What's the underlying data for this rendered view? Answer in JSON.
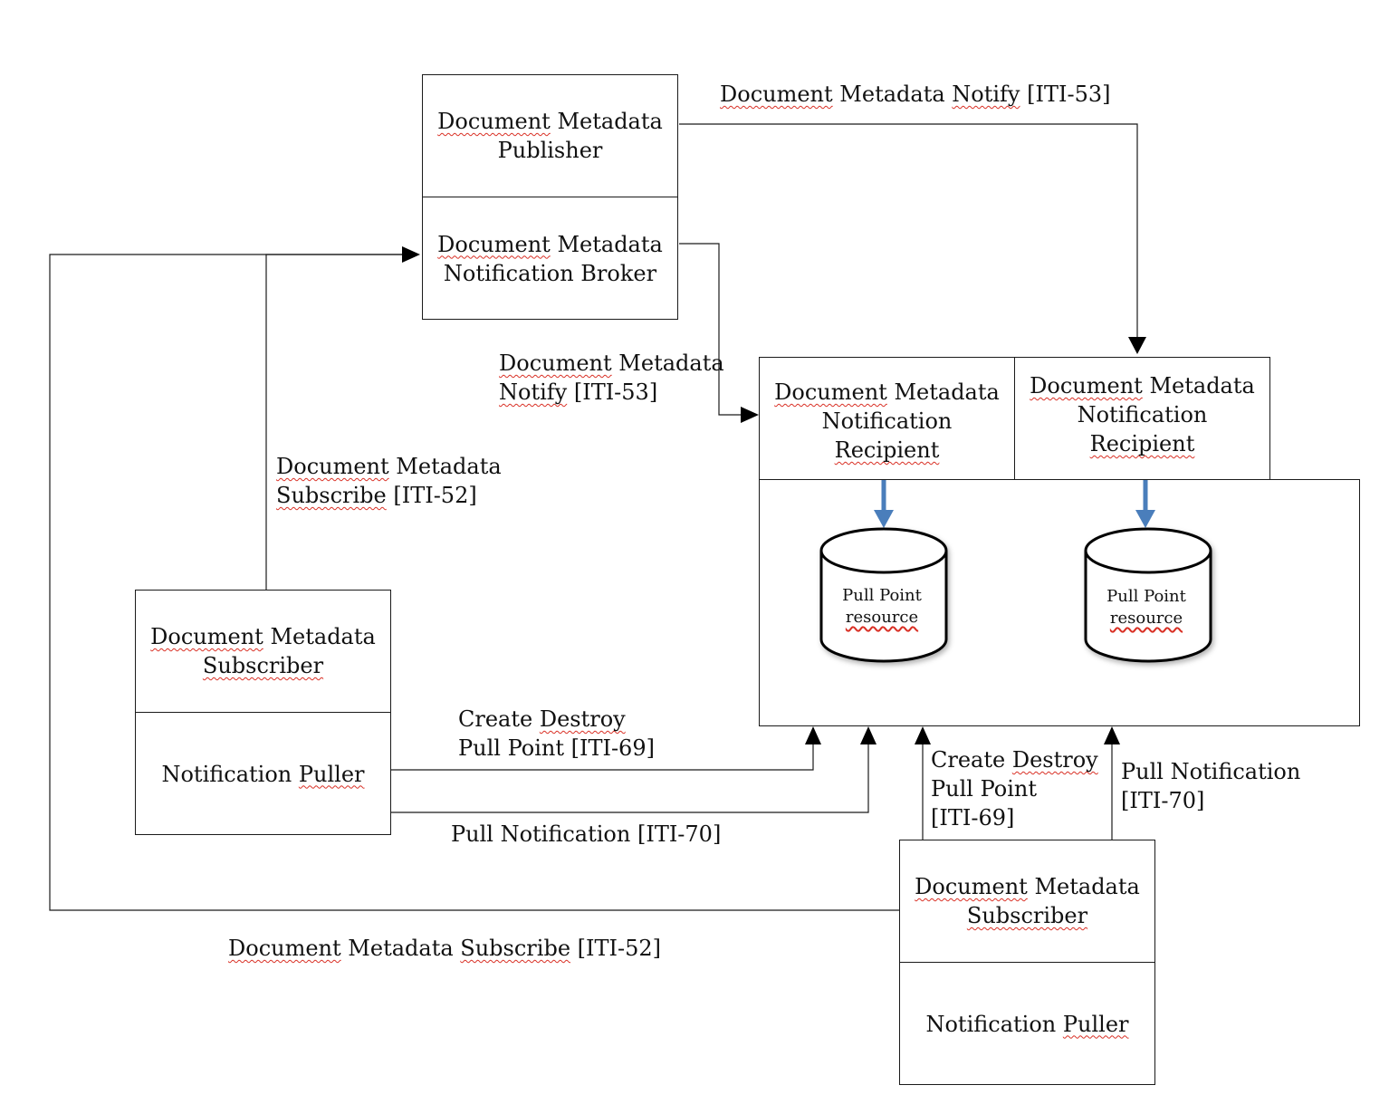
{
  "boxes": {
    "publisher": {
      "line1_a": "Document",
      "line1_b": " Metadata",
      "line2": "Publisher"
    },
    "broker": {
      "line1_a": "Document",
      "line1_b": " Metadata",
      "line2": "Notification Broker"
    },
    "recipient_left": {
      "line1_a": "Document",
      "line1_b": " Metadata",
      "line2": "Notification",
      "line3": "Recipient"
    },
    "recipient_right": {
      "line1_a": "Document",
      "line1_b": " Metadata",
      "line2": "Notification",
      "line3": "Recipient"
    },
    "subscriber_left": {
      "line1_a": "Document",
      "line1_b": " Metadata",
      "line2": "Subscriber"
    },
    "puller_left": {
      "text_a": "Notification ",
      "text_b": "Puller"
    },
    "subscriber_right": {
      "line1_a": "Document",
      "line1_b": " Metadata",
      "line2": "Subscriber"
    },
    "puller_right": {
      "text_a": "Notification ",
      "text_b": "Puller"
    }
  },
  "databases": {
    "left": {
      "line1": "Pull Point",
      "line2": "resource"
    },
    "right": {
      "line1": "Pull Point",
      "line2": "resource"
    }
  },
  "labels": {
    "notify_top": {
      "a": "Document",
      "b": " Metadata ",
      "c": "Notify",
      "d": " [ITI-53]"
    },
    "notify_mid": {
      "l1a": "Document",
      "l1b": " Metadata",
      "l2a": "Notify",
      "l2b": " [ITI-53]"
    },
    "subscribe_mid": {
      "l1a": "Document",
      "l1b": " Metadata",
      "l2a": "Subscribe",
      "l2b": " [ITI-52]"
    },
    "create_destroy_left": {
      "l1a": "Create ",
      "l1b": "Destroy",
      "l2": "Pull Point [ITI-69]"
    },
    "pull_notification_left": {
      "text": "Pull Notification [ITI-70]"
    },
    "create_destroy_right": {
      "l1a": "Create ",
      "l1b": "Destroy",
      "l2": "Pull Point",
      "l3": "[ITI-69]"
    },
    "pull_notification_right": {
      "l1": "Pull Notification",
      "l2": "[ITI-70]"
    },
    "subscribe_bottom": {
      "a": "Document",
      "b": " Metadata ",
      "c": "Subscribe",
      "d": " [ITI-52]"
    }
  },
  "colors": {
    "line": "#1a1a1a",
    "db_arrow": "#4a7ebb",
    "squiggle": "#d93025"
  }
}
